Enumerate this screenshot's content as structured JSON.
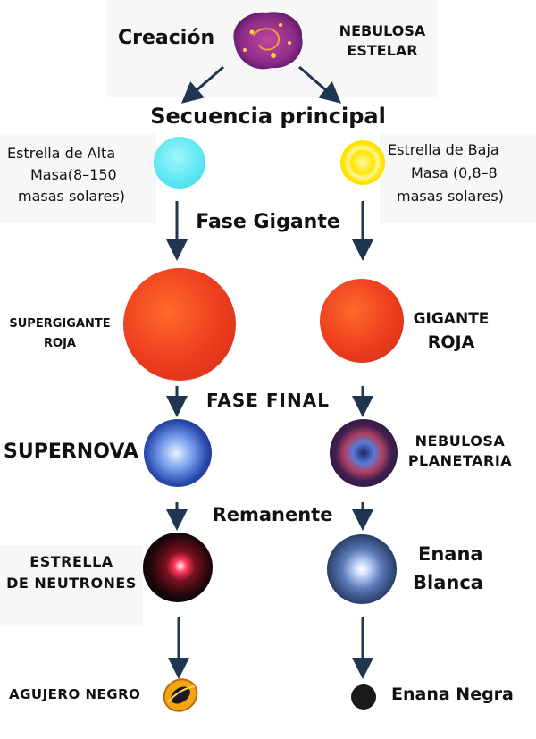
{
  "top": {
    "creation_label": "Creación",
    "nebula_label_line1": "NEBULOSA",
    "nebula_label_line2": "ESTELAR"
  },
  "stages": {
    "main_sequence": "Secuencia principal",
    "giant_phase": "Fase Gigante",
    "final_phase": "FASE FINAL",
    "remnant": "Remanente"
  },
  "high_mass_path": {
    "star_line1": "Estrella de Alta",
    "star_line2": "Masa(8–150",
    "star_line3": "masas solares)",
    "giant_line1": "SUPERGIGANTE",
    "giant_line2": "ROJA",
    "final": "SUPERNOVA",
    "remnant_line1": "ESTRELLA",
    "remnant_line2": "DE NEUTRONES",
    "end": "AGUJERO NEGRO"
  },
  "low_mass_path": {
    "star_line1": "Estrella de Baja",
    "star_line2": "Masa (0,8–8",
    "star_line3": "masas solares)",
    "giant_line1": "GIGANTE",
    "giant_line2": "ROJA",
    "final_line1": "NEBULOSA",
    "final_line2": "PLANETARIA",
    "remnant_line1": "Enana",
    "remnant_line2": "Blanca",
    "end": "Enana Negra"
  },
  "colors": {
    "arrow": "#1f3550",
    "high_mass_star": "#5ee8f2",
    "low_mass_star": "#ffe600",
    "red_giant": "#e8381c",
    "nebula": "#8e2c86"
  }
}
